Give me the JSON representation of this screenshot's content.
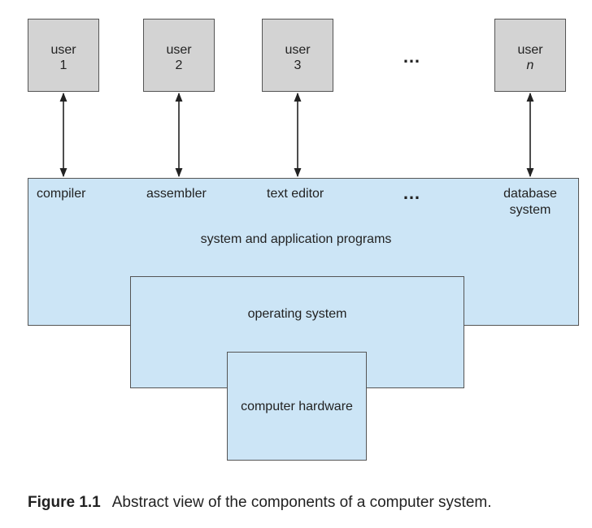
{
  "users": [
    {
      "label": "user",
      "number": "1"
    },
    {
      "label": "user",
      "number": "2"
    },
    {
      "label": "user",
      "number": "3"
    },
    {
      "label": "user",
      "number": "n"
    }
  ],
  "ellipsis": "…",
  "programs": {
    "compiler": "compiler",
    "assembler": "assembler",
    "text_editor": "text editor",
    "database_line1": "database",
    "database_line2": "system",
    "layer_label": "system and application programs"
  },
  "operating_system": "operating system",
  "computer_hardware": "computer hardware",
  "caption": {
    "figure_number": "Figure 1.1",
    "text": "Abstract view of the components of a computer system."
  },
  "colors": {
    "user_box_fill": "#d3d3d3",
    "layer_fill": "#cce5f6",
    "stroke": "#555555"
  }
}
